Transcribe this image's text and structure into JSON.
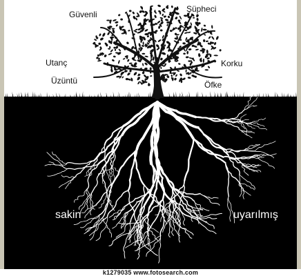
{
  "labels": {
    "guvenli": "Güvenli",
    "supheci": "Şüpheci",
    "utanc": "Utanç",
    "korku": "Korku",
    "uzuntu": "Üzüntü",
    "ofke": "Öfke",
    "sakin": "sakin",
    "uyarilmis": "uyarılmış"
  },
  "watermark": "k1279035 www.fotosearch.com",
  "colors": {
    "frame": "#c9c5b4",
    "sky": "#ffffff",
    "soil": "#000000",
    "tree": "#111111",
    "roots": "#ffffff"
  }
}
